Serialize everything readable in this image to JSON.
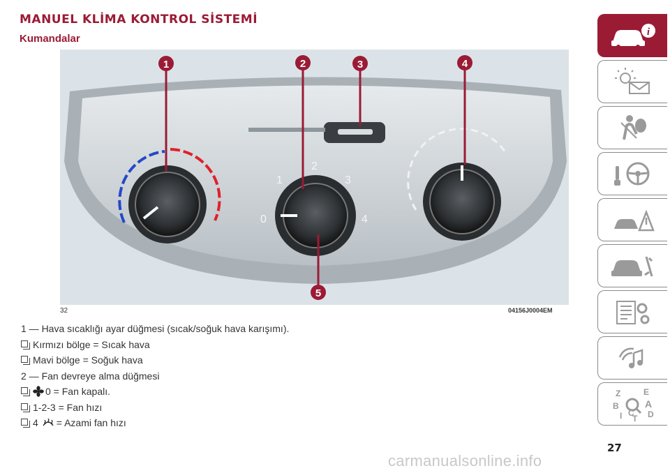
{
  "header": {
    "title": "MANUEL KLİMA KONTROL SİSTEMİ",
    "subtitle": "Kumandalar"
  },
  "figure": {
    "page_ref": "32",
    "code": "04156J0004EM",
    "callouts": [
      "1",
      "2",
      "3",
      "4",
      "5"
    ],
    "fan_scale": [
      "0",
      "1",
      "2",
      "3",
      "4"
    ],
    "colors": {
      "hot": "#e0202a",
      "cold": "#2448c8",
      "callout": "#9b1b35",
      "panel": "#c7ced3"
    }
  },
  "content": {
    "line1": "1 — Hava sıcaklığı ayar düğmesi (sıcak/soğuk hava karışımı).",
    "line2": "Kırmızı bölge = Sıcak hava",
    "line3": "Mavi bölge = Soğuk hava",
    "line4": "2 — Fan devreye alma düğmesi",
    "line5_icon": "fan-icon",
    "line5_text": "0 = Fan kapalı.",
    "line6": "1-2-3 = Fan hızı",
    "line7_prefix": "4",
    "line7_icon": "defrost-icon",
    "line7_text": "= Azami fan hızı"
  },
  "sidebar": {
    "tabs": [
      {
        "icon": "car-info-icon"
      },
      {
        "icon": "warning-lights-icon"
      },
      {
        "icon": "airbag-safety-icon"
      },
      {
        "icon": "steering-wheel-icon"
      },
      {
        "icon": "road-emergency-icon"
      },
      {
        "icon": "car-maintenance-icon"
      },
      {
        "icon": "technical-data-icon"
      },
      {
        "icon": "multimedia-icon"
      },
      {
        "icon": "alphabetical-index-icon"
      }
    ],
    "index_letters": [
      "Z",
      "E",
      "B",
      "A",
      "I",
      "C",
      "T",
      "D"
    ]
  },
  "footer": {
    "page_number": "27",
    "watermark": "carmanualsonline.info"
  }
}
